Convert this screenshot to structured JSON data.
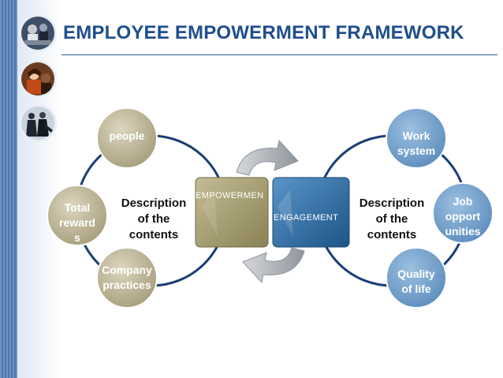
{
  "title": "EMPLOYEE  EMPOWERMENT  FRAMEWORK",
  "left_cluster": {
    "top": "people",
    "left": "Total reward s",
    "bottom": "Company practices",
    "center": "Description of the contents"
  },
  "center": {
    "left_box": "EMPOWERMEN",
    "right_box": "ENGAGEMENT"
  },
  "right_cluster": {
    "top": "Work system",
    "right": "Job opport unities",
    "bottom": "Quality of life",
    "center": "Description of the contents"
  },
  "colors": {
    "title": "#1f4e8c",
    "left_nodes": "#b8ae8e",
    "right_nodes": "#6f9cc6",
    "empowerment_box": "#a39a6a",
    "engagement_box": "#2f6ea6",
    "ring": "#1a3f73"
  },
  "icons": [
    "business-meeting-photo",
    "team-discussion-photo",
    "business-people-photo"
  ]
}
